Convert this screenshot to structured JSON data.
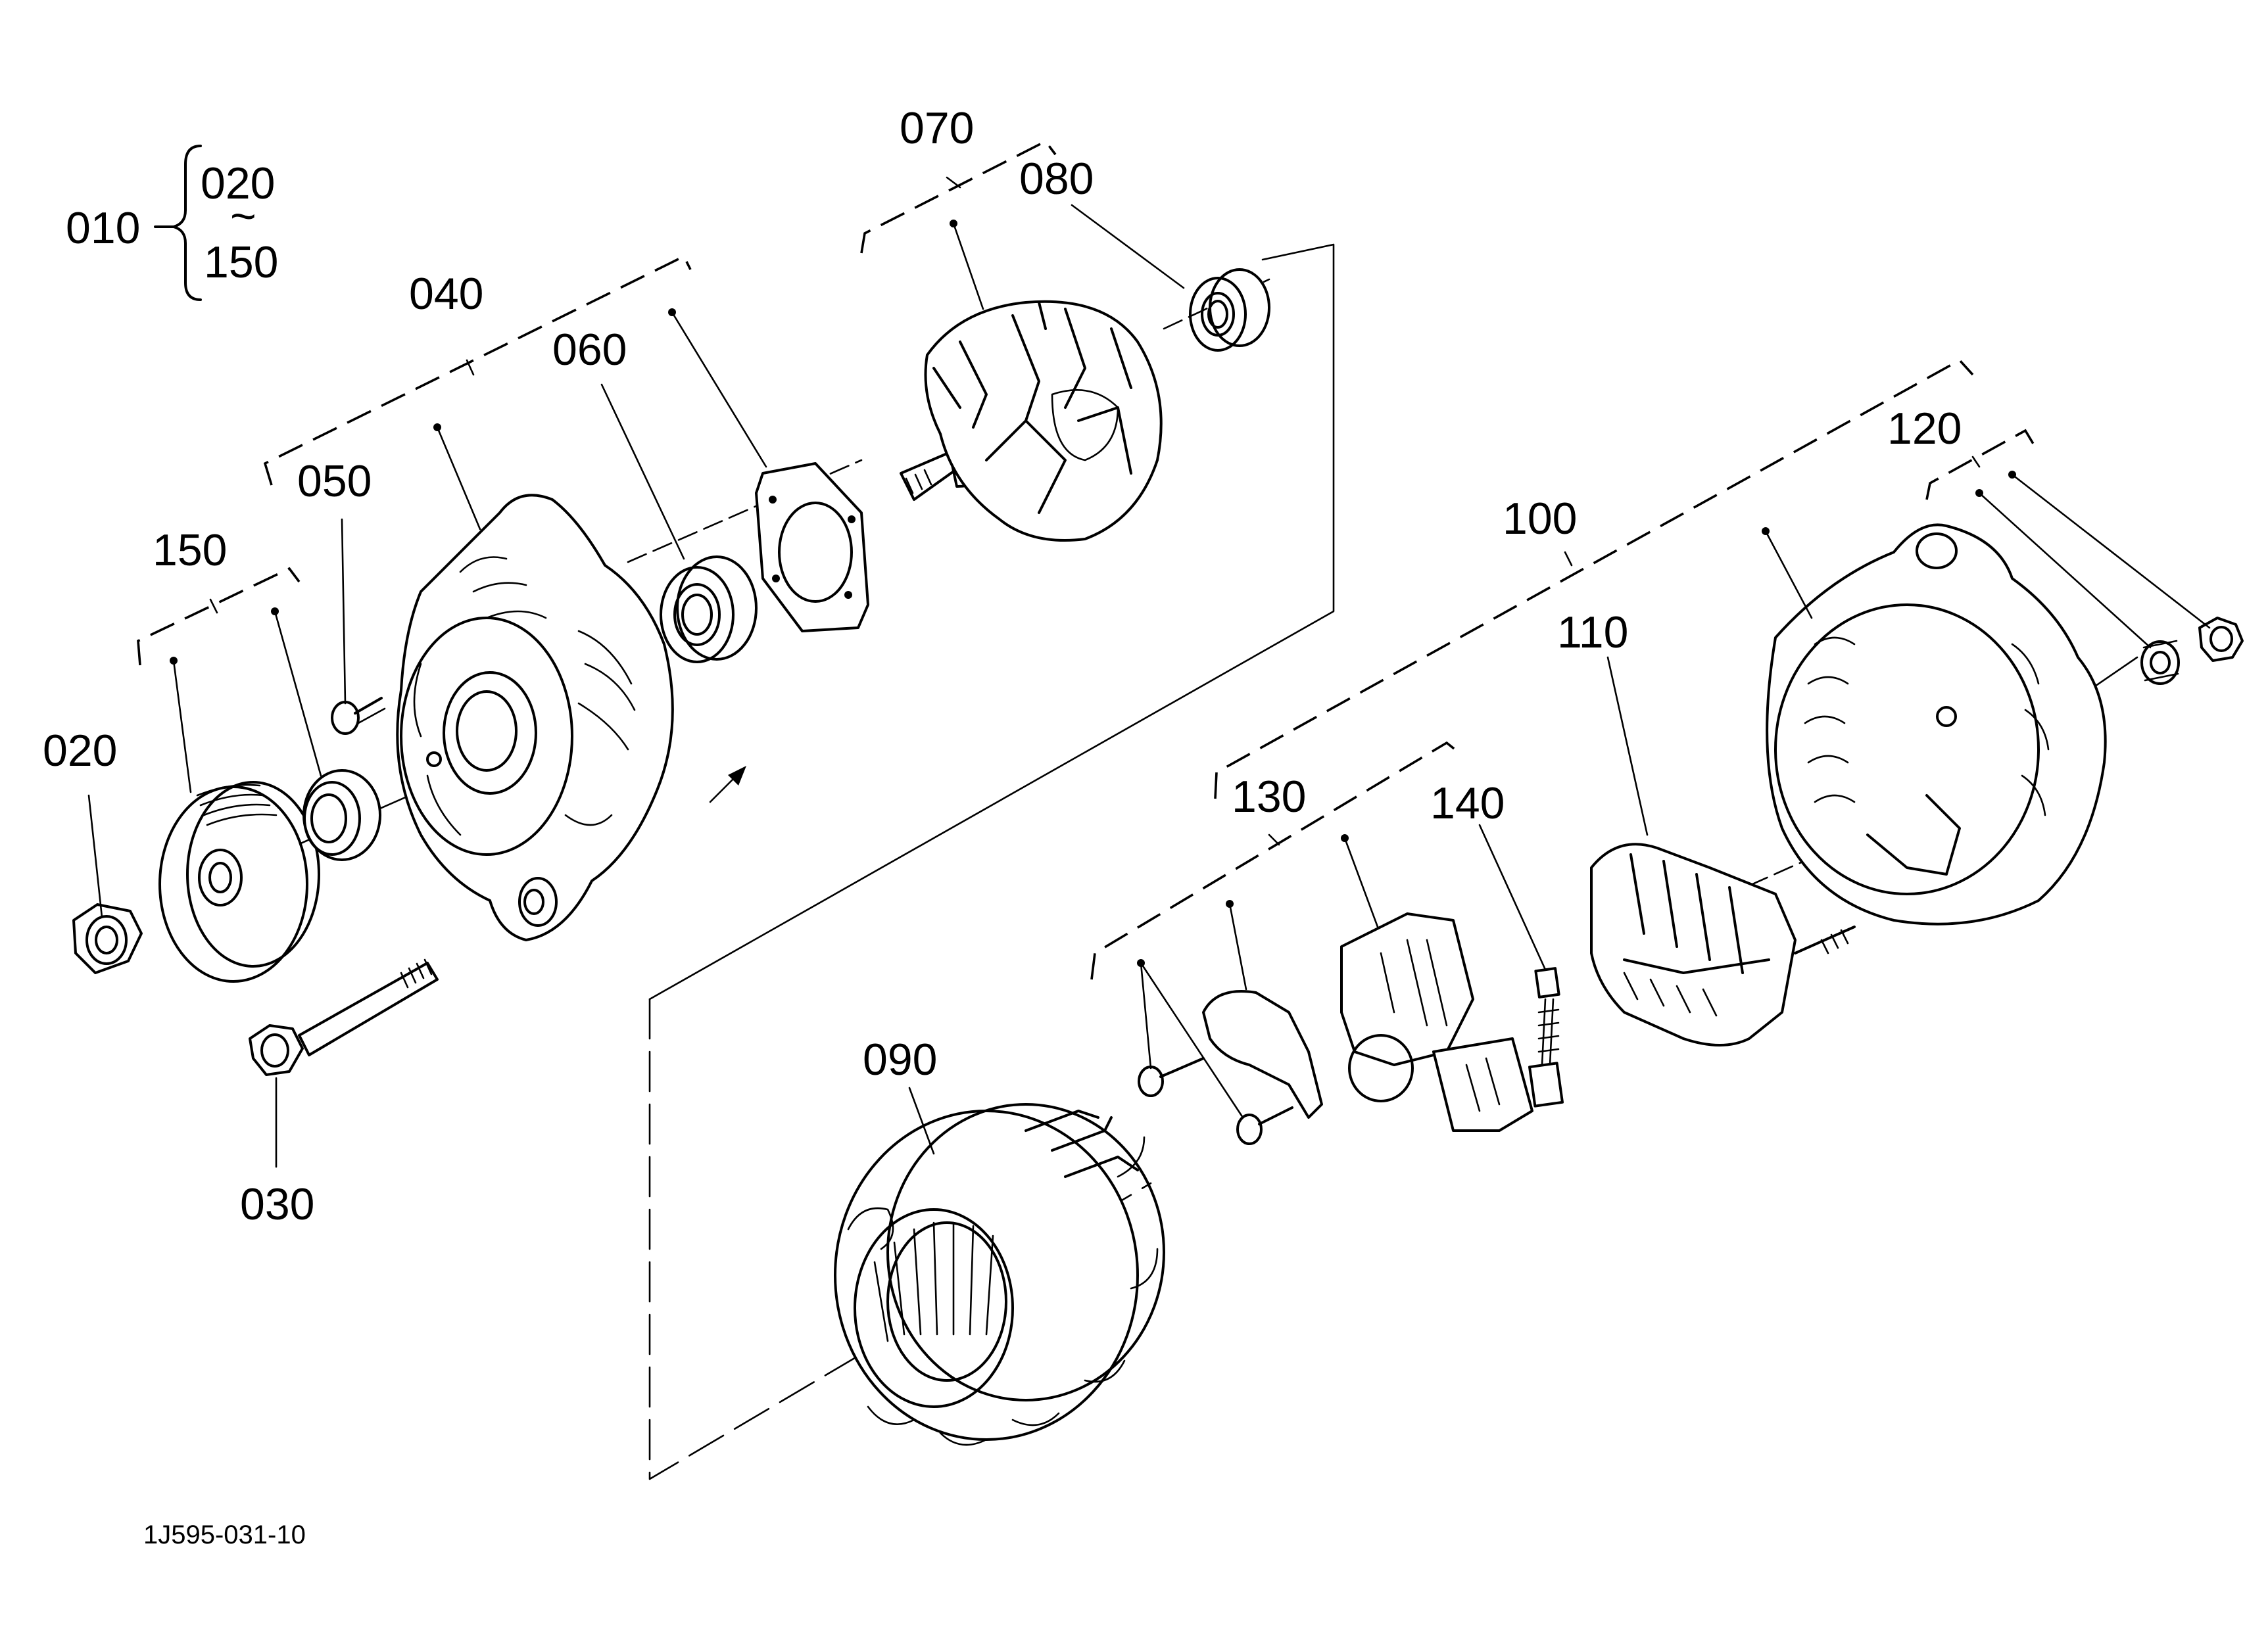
{
  "figure_code": "1J595-031-10",
  "assembly": {
    "main": "010",
    "range_from": "020",
    "range_sep": "~",
    "range_to": "150"
  },
  "parts": [
    {
      "id": "p020",
      "label": "020",
      "name": "nut"
    },
    {
      "id": "p150",
      "label": "150",
      "name": "pulley-and-collar-set"
    },
    {
      "id": "p050",
      "label": "050",
      "name": "screw"
    },
    {
      "id": "p040",
      "label": "040",
      "name": "drive-end-frame-assembly"
    },
    {
      "id": "p060",
      "label": "060",
      "name": "front-bearing"
    },
    {
      "id": "p070",
      "label": "070",
      "name": "rotor-assembly"
    },
    {
      "id": "p080",
      "label": "080",
      "name": "rear-bearing"
    },
    {
      "id": "p030",
      "label": "030",
      "name": "through-bolt"
    },
    {
      "id": "p100",
      "label": "100",
      "name": "rear-frame-assembly"
    },
    {
      "id": "p120",
      "label": "120",
      "name": "terminal-and-nut"
    },
    {
      "id": "p110",
      "label": "110",
      "name": "rectifier-holder"
    },
    {
      "id": "p130",
      "label": "130",
      "name": "regulator-assembly"
    },
    {
      "id": "p140",
      "label": "140",
      "name": "brush"
    },
    {
      "id": "p090",
      "label": "090",
      "name": "stator"
    }
  ],
  "colors": {
    "ink": "#000000",
    "paper": "#ffffff"
  }
}
